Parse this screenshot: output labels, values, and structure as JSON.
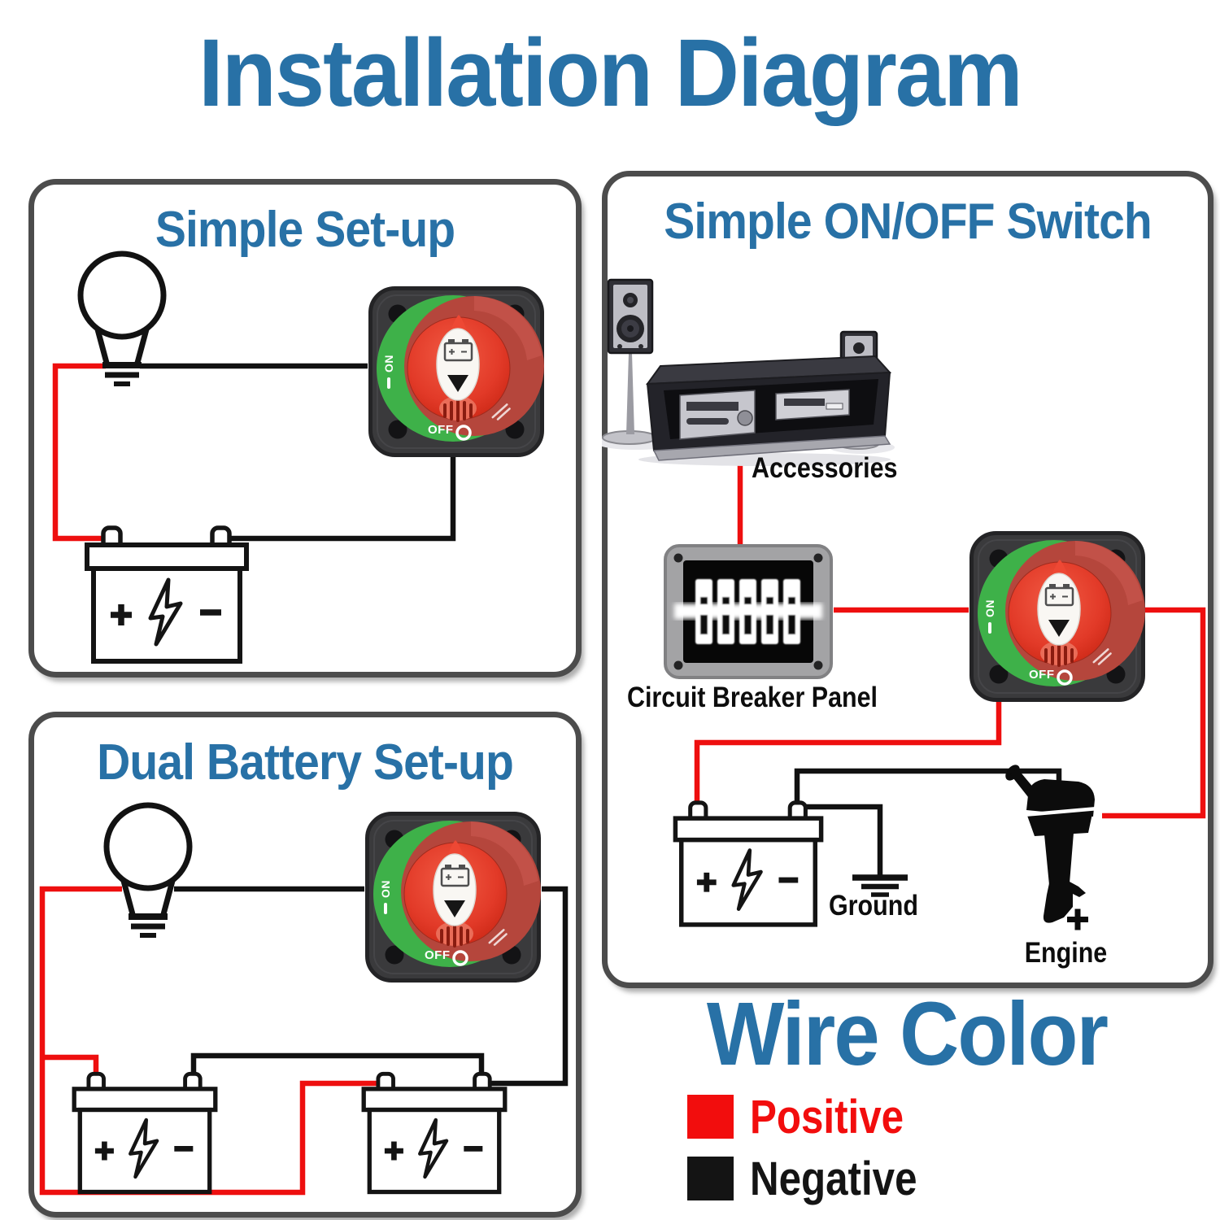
{
  "page": {
    "title": "Installation Diagram"
  },
  "panels": {
    "simple_setup": {
      "title": "Simple Set-up"
    },
    "on_off": {
      "title": "Simple ON/OFF Switch",
      "accessories_label": "Accessories",
      "breaker_label": "Circuit Breaker Panel",
      "ground_label": "Ground",
      "engine_label": "Engine"
    },
    "dual_battery": {
      "title": "Dual Battery Set-up"
    }
  },
  "battery_switch": {
    "on_label": "ON",
    "off_label": "OFF"
  },
  "battery_icon": {
    "plus": "+",
    "minus": "−"
  },
  "legend": {
    "title": "Wire Color",
    "items": [
      {
        "label": "Positive",
        "color": "#f20d0d"
      },
      {
        "label": "Negative",
        "color": "#141414"
      }
    ]
  },
  "colors": {
    "heading_blue": "#2871a6",
    "wire_positive": "#ee0f0f",
    "wire_negative": "#111111",
    "switch_green": "#3eb149",
    "switch_knob_red": "#e23a28",
    "switch_ring_red": "#b5463c",
    "panel_border": "#4c4c4c"
  }
}
